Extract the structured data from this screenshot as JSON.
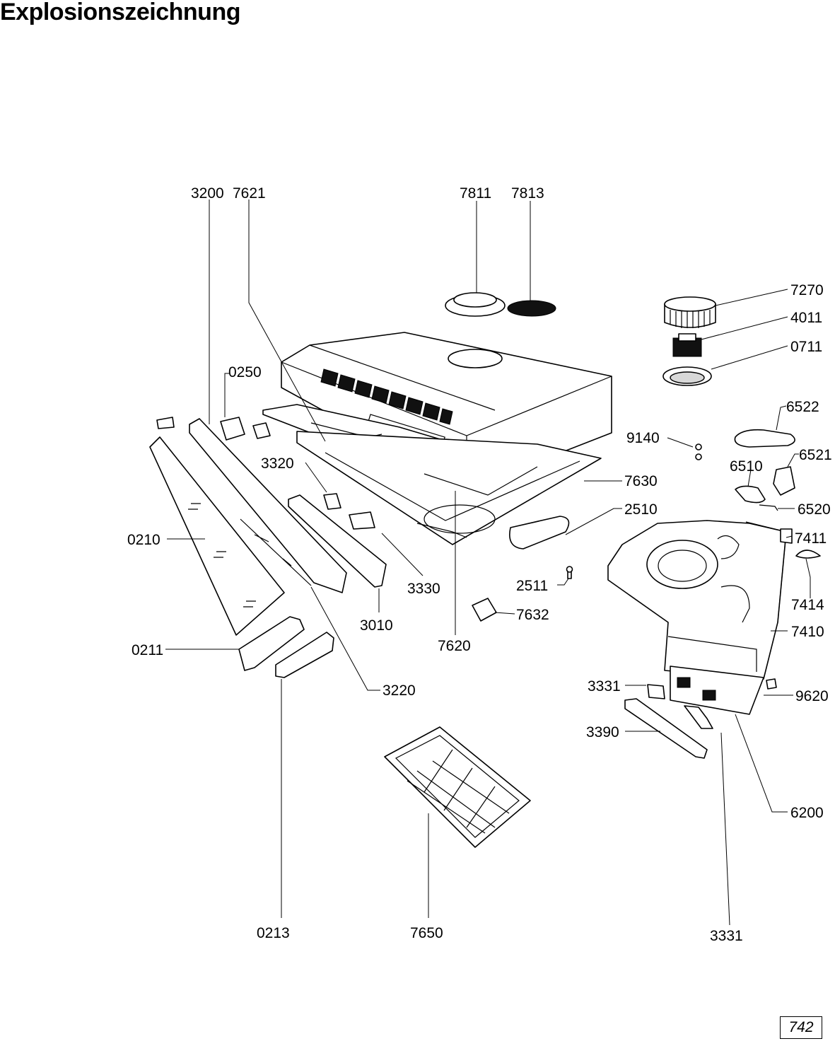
{
  "title": "Explosionszeichnung",
  "page_number": "742",
  "part_labels": {
    "p3200": "3200",
    "p7621": "7621",
    "p7811": "7811",
    "p7813": "7813",
    "p7270": "7270",
    "p4011": "4011",
    "p0711": "0711",
    "p0250": "0250",
    "p6522": "6522",
    "p9140": "9140",
    "p6521": "6521",
    "p6510": "6510",
    "p3320": "3320",
    "p7630": "7630",
    "p6520": "6520",
    "p2510": "2510",
    "p7411": "7411",
    "p0210": "0210",
    "p2511": "2511",
    "p7414": "7414",
    "p3330": "3330",
    "p7632": "7632",
    "p3010": "3010",
    "p7410": "7410",
    "p7620": "7620",
    "p0211": "0211",
    "p3331a": "3331",
    "p3220": "3220",
    "p9620": "9620",
    "p3390": "3390",
    "p6200": "6200",
    "p0213": "0213",
    "p7650": "7650",
    "p3331b": "3331"
  }
}
